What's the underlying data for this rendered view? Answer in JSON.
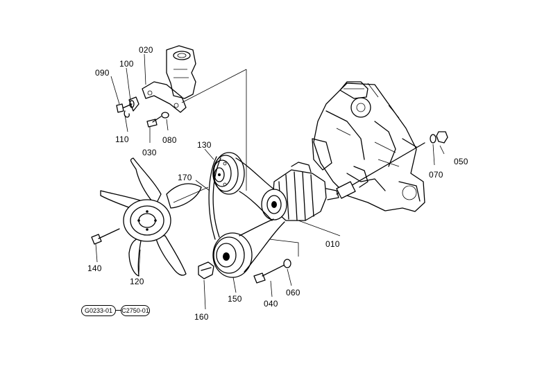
{
  "diagram": {
    "callouts": {
      "c010": "010",
      "c020": "020",
      "c030": "030",
      "c040": "040",
      "c050": "050",
      "c060": "060",
      "c070": "070",
      "c080": "080",
      "c090": "090",
      "c100": "100",
      "c110": "110",
      "c120": "120",
      "c130": "130",
      "c140": "140",
      "c150": "150",
      "c160": "160",
      "c170": "170"
    },
    "reference_codes": {
      "left": "G0233-01",
      "right": "C2750-01"
    }
  }
}
